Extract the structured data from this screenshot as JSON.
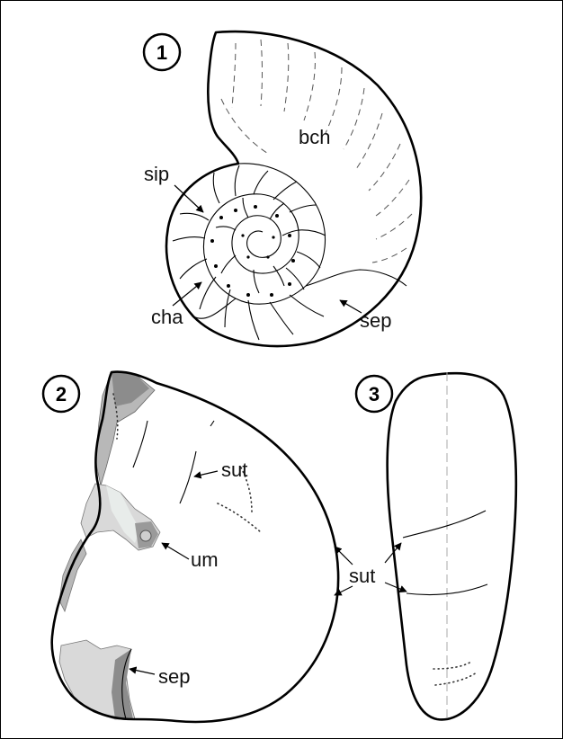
{
  "figure": {
    "panel1": {
      "number": "1",
      "labels": {
        "bch": "bch",
        "sip": "sip",
        "cha": "cha",
        "sep": "sep"
      }
    },
    "panel2": {
      "number": "2",
      "labels": {
        "sut": "sut",
        "um": "um",
        "sep": "sep"
      }
    },
    "panel3": {
      "number": "3",
      "shared_label": "sut"
    },
    "colors": {
      "line": "#000000",
      "matrix_light": "#d9d9d9",
      "matrix_mid": "#b8b8b8",
      "matrix_dark": "#8c8c8c",
      "matrix_pale": "#e8ecea"
    }
  }
}
